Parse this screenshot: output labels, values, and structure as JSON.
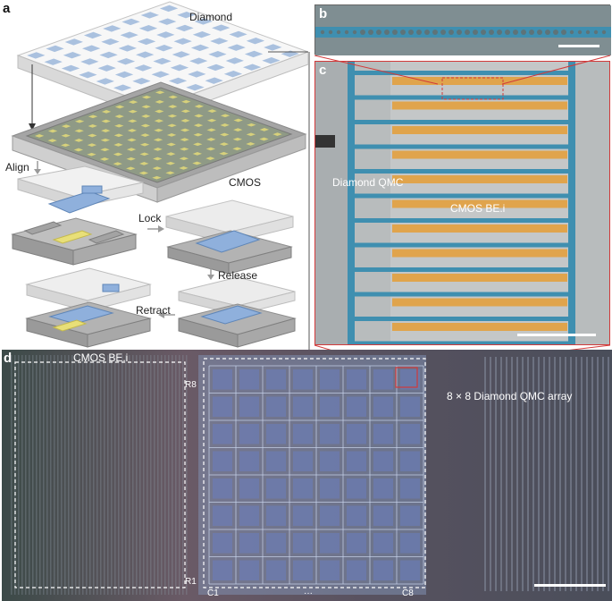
{
  "panel_a": {
    "letter": "a",
    "labels": {
      "diamond": "Diamond",
      "cmos": "CMOS",
      "align": "Align",
      "lock": "Lock",
      "release": "Release",
      "retract": "Retract"
    }
  },
  "panel_b": {
    "letter": "b"
  },
  "panel_c": {
    "letter": "c",
    "labels": {
      "diamond_qmc": "Diamond QMC",
      "cmos_bei": "CMOS BE.i"
    }
  },
  "panel_d": {
    "letter": "d",
    "labels": {
      "cmos_bei": "CMOS BE.i",
      "array": "8 × 8 Diamond QMC array",
      "r8": "R8",
      "r1": "R1",
      "c1": "C1",
      "c8": "C8",
      "ellipsis": "···"
    }
  },
  "colors": {
    "diamond_blue": "#9cb7da",
    "cmos_yellow": "#e8df78",
    "qmc_blue": "#3f8fb0",
    "cmos_orange": "#e3a03e",
    "highlight_red": "#d23a3a",
    "arrow_gray": "#9a9a9a"
  }
}
